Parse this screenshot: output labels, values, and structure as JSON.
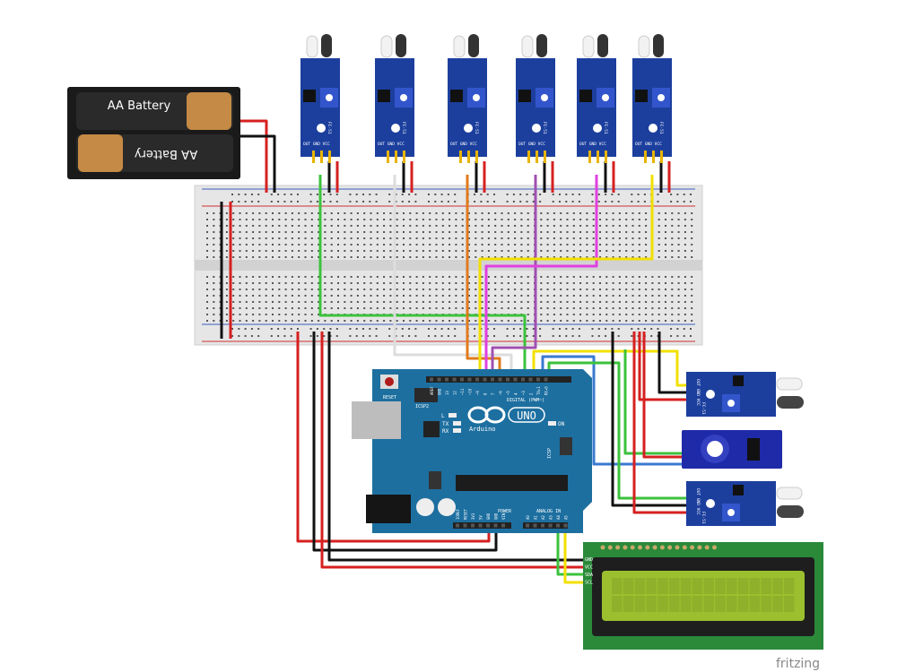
{
  "battery": {
    "cell_label_top": "AA Battery",
    "cell_label_bottom": "AA Battery"
  },
  "arduino": {
    "reset_label": "RESET",
    "icsp2_label": "ICSP2",
    "icsp_label": "ICSP",
    "led_l": "L",
    "led_tx": "TX",
    "led_rx": "RX",
    "led_on": "ON",
    "model": "UNO",
    "brand": "Arduino",
    "digital_label": "DIGITAL (PWM~)",
    "power_label": "POWER",
    "analog_label": "ANALOG IN",
    "digital_pins": [
      "AREF",
      "GND",
      "13",
      "12",
      "~11",
      "~10",
      "~9",
      "8",
      "7",
      "~6",
      "~5",
      "4",
      "~3",
      "2",
      "TX▸1",
      "RX◂0"
    ],
    "power_pins": [
      "IOREF",
      "RESET",
      "3V3",
      "5V",
      "GND",
      "GND",
      "VIN"
    ],
    "analog_pins": [
      "A0",
      "A1",
      "A2",
      "A3",
      "A4",
      "A5"
    ]
  },
  "ir_sensor": {
    "pin_labels": "OUT GND VCC",
    "model": "FC-51",
    "count_top": 6,
    "count_right": 2
  },
  "lcd": {
    "pins": [
      "GND",
      "VCC",
      "SDA",
      "SCL"
    ],
    "rows": 2,
    "cols": 16,
    "backlight_color": "#9bbf2e"
  },
  "watermark": "fritzing",
  "colors": {
    "board_blue": "#1d6fa0",
    "sensor_blue": "#1c3f9e",
    "breadboard": "#e8e8e8",
    "lcd_pcb": "#2a8a3a"
  }
}
